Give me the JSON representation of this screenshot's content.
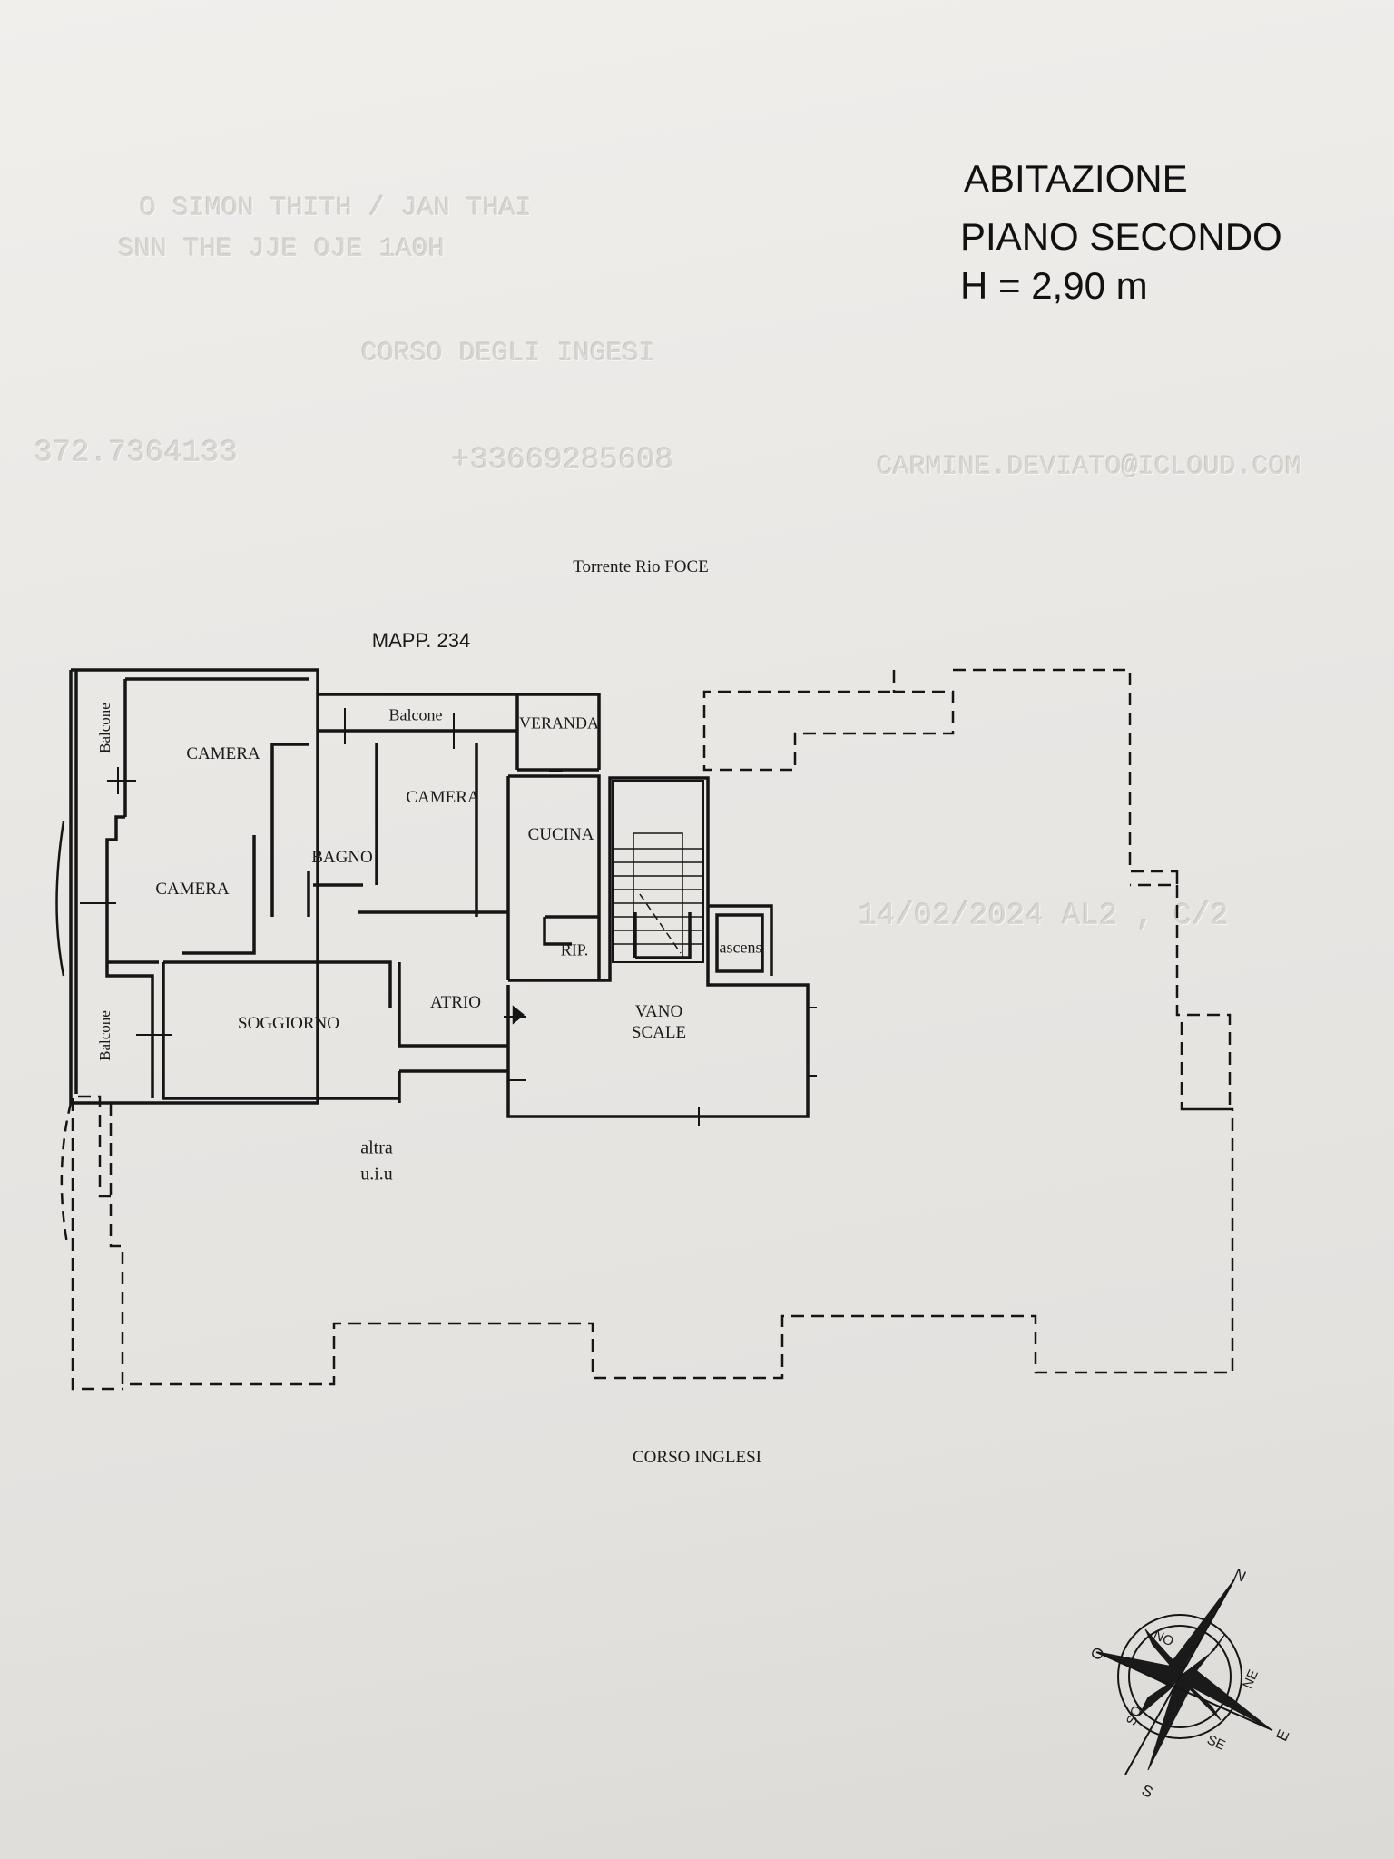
{
  "header": {
    "line1": "ABITAZIONE",
    "line2": "PIANO SECONDO",
    "line3": "H = 2,90 m"
  },
  "plan": {
    "north_label": "Torrente Rio FOCE",
    "parcel": "MAPP. 234",
    "south_label": "CORSO INGLESI",
    "rooms": {
      "balcone_top": "Balcone",
      "balcone_left_top": "Balcone",
      "balcone_left_bottom": "Balcone",
      "veranda": "VERANDA",
      "camera_nw": "CAMERA",
      "camera_n": "CAMERA",
      "camera_w": "CAMERA",
      "bagno": "BAGNO",
      "cucina": "CUCINA",
      "rip": "RIP.",
      "ascens": "ascens",
      "atrio": "ATRIO",
      "soggiorno": "SOGGIORNO",
      "vano_scale_1": "VANO",
      "vano_scale_2": "SCALE",
      "altra_1": "altra",
      "altra_2": "u.i.u"
    }
  },
  "compass": {
    "n": "N",
    "ne": "NE",
    "e": "E",
    "se": "SE",
    "s": "S",
    "so": "SO",
    "o": "O",
    "no": "NO"
  },
  "colors": {
    "paper": "#ebe9e6",
    "ink": "#111111"
  }
}
